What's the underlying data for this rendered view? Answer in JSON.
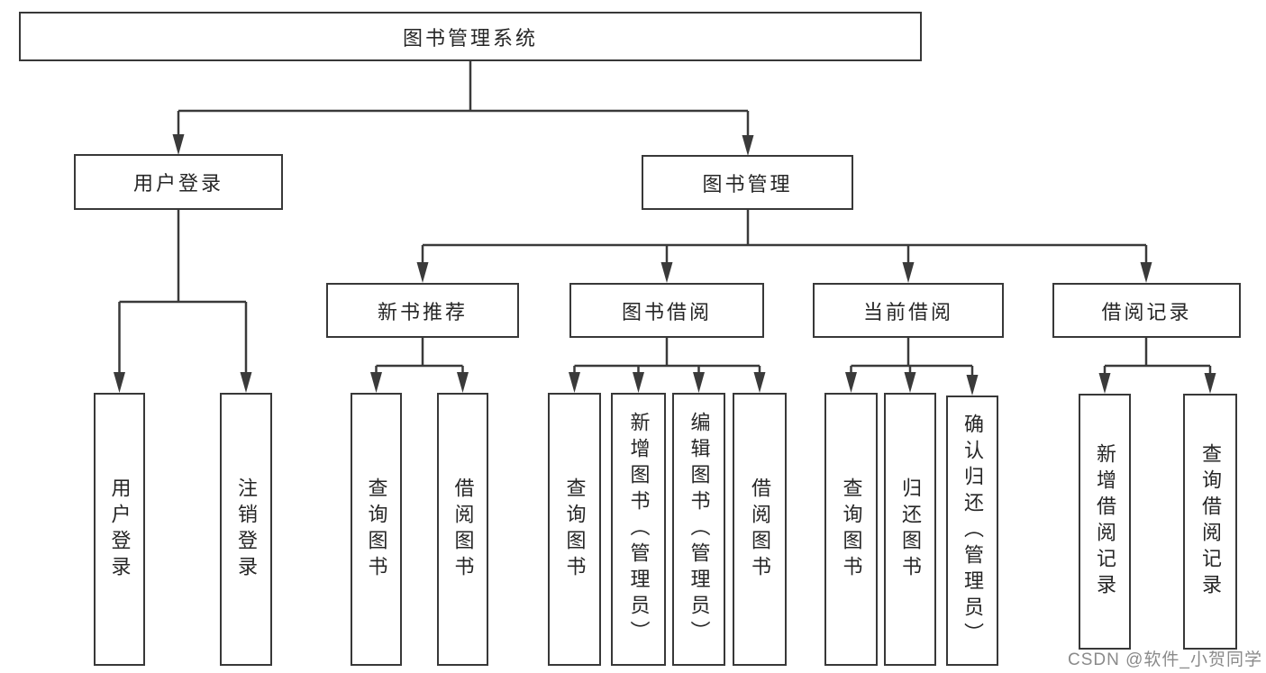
{
  "tree": {
    "label": "图书管理系统",
    "children": [
      {
        "label": "用户登录",
        "children": [
          {
            "label": "用户登录"
          },
          {
            "label": "注销登录"
          }
        ]
      },
      {
        "label": "图书管理",
        "children": [
          {
            "label": "新书推荐",
            "children": [
              {
                "label": "查询图书"
              },
              {
                "label": "借阅图书"
              }
            ]
          },
          {
            "label": "图书借阅",
            "children": [
              {
                "label": "查询图书"
              },
              {
                "label": "新增图书（管理员）"
              },
              {
                "label": "编辑图书（管理员）"
              },
              {
                "label": "借阅图书"
              }
            ]
          },
          {
            "label": "当前借阅",
            "children": [
              {
                "label": "查询图书"
              },
              {
                "label": "归还图书"
              },
              {
                "label": "确认归还（管理员）"
              }
            ]
          },
          {
            "label": "借阅记录",
            "children": [
              {
                "label": "新增借阅记录"
              },
              {
                "label": "查询借阅记录"
              }
            ]
          }
        ]
      }
    ]
  },
  "watermark": {
    "text": "CSDN @软件_小贺同学"
  },
  "colors": {
    "line": "#3a3a3a",
    "border": "#383838",
    "text": "#262626",
    "background": "#ffffff",
    "watermark": "#8a8a8a"
  }
}
